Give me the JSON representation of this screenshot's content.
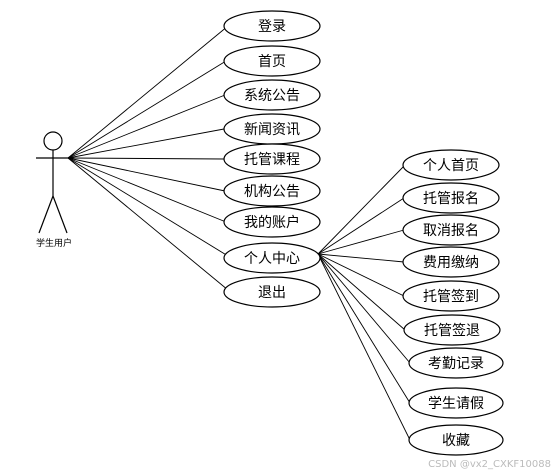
{
  "actor": {
    "label": "学生用户"
  },
  "main_use_cases": [
    "登录",
    "首页",
    "系统公告",
    "新闻资讯",
    "托管课程",
    "机构公告",
    "我的账户",
    "个人中心",
    "退出"
  ],
  "personal_center_use_cases": [
    "个人首页",
    "托管报名",
    "取消报名",
    "费用缴纳",
    "托管签到",
    "托管签退",
    "考勤记录",
    "学生请假",
    "收藏"
  ],
  "watermark": "CSDN @vx2_CXKF10088",
  "colors": {
    "stroke": "#000000",
    "background": "#ffffff",
    "watermark": "#bbbbbb"
  }
}
